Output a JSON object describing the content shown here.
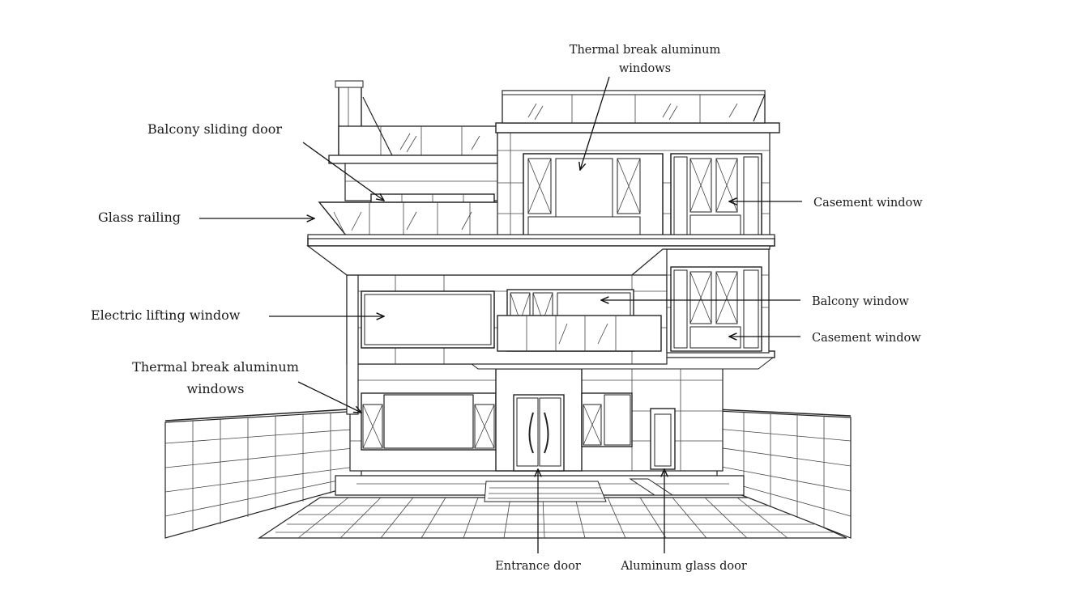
{
  "labels": {
    "thermal_top_line1": "Thermal break aluminum",
    "thermal_top_line2": "windows",
    "balcony_sliding_door": "Balcony sliding door",
    "glass_railing": "Glass railing",
    "electric_lifting_window": "Electric lifting window",
    "thermal_left_line1": "Thermal break aluminum",
    "thermal_left_line2": "windows",
    "casement_window_top": "Casement window",
    "balcony_window": "Balcony window",
    "casement_window_mid": "Casement window",
    "entrance_door": "Entrance door",
    "aluminum_glass_door": "Aluminum glass door"
  },
  "colors": {
    "line": "#222222",
    "background": "#ffffff"
  }
}
